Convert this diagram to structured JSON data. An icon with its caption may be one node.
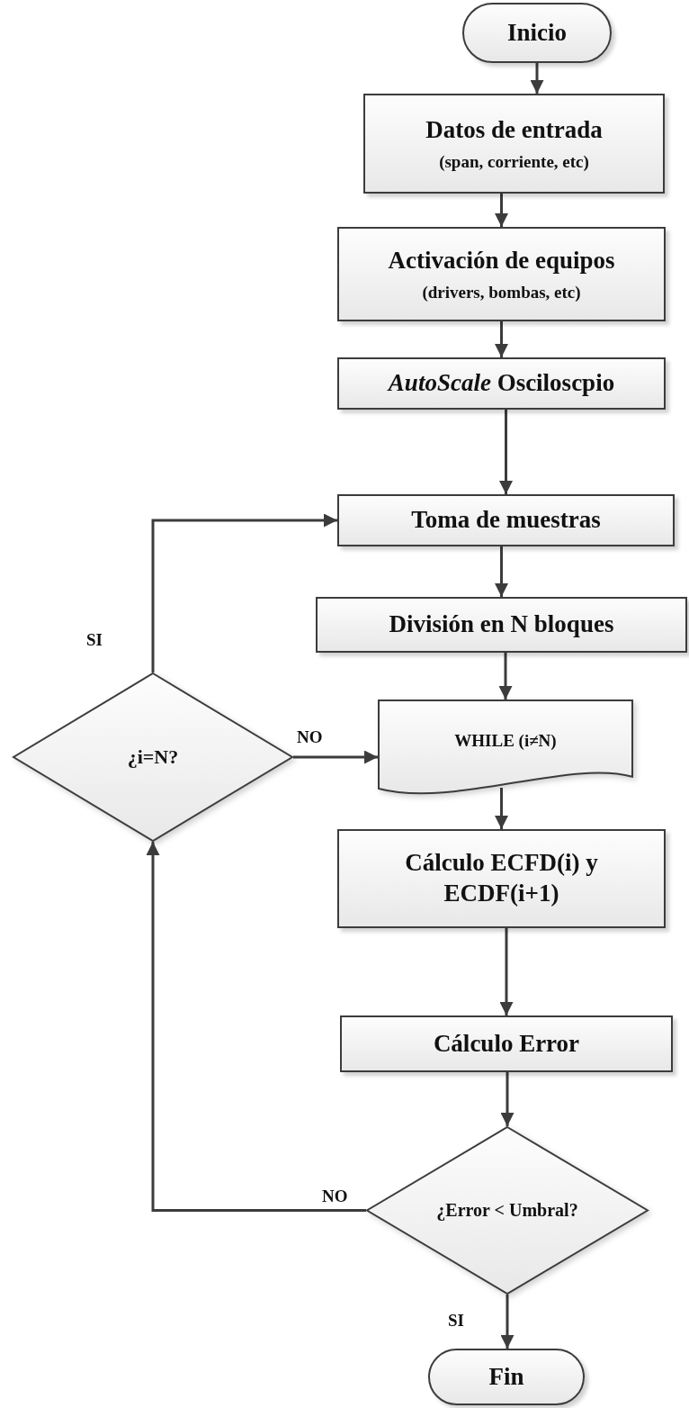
{
  "diagram": {
    "nodes": [
      {
        "text": [
          "Inicio"
        ]
      },
      {
        "text": [
          "Datos de entrada",
          "(span, corriente, etc)"
        ]
      },
      {
        "text": [
          "Activación de equipos",
          "(drivers, bombas, etc)"
        ]
      },
      {
        "text": [
          "*AutoScale* Osciloscpio"
        ]
      },
      {
        "text": [
          "Toma de muestras"
        ]
      },
      {
        "text": [
          "División en N bloques"
        ]
      },
      {
        "text": [
          "WHILE (i≠N)"
        ]
      },
      {
        "text": [
          "Cálculo ECFD(i) y ECDF(i+1)"
        ]
      },
      {
        "text": [
          "Cálculo Error"
        ]
      },
      {
        "text": [
          "¿Error < Umbral?"
        ]
      },
      {
        "text": [
          "Fin"
        ]
      },
      {
        "text": [
          "¿i=N?"
        ]
      }
    ],
    "edges": [
      {
        "from": 0,
        "to": 1,
        "arrow": "to"
      },
      {
        "from": 1,
        "to": 2,
        "arrow": "to"
      },
      {
        "from": 2,
        "to": 3,
        "arrow": "to"
      },
      {
        "from": 3,
        "to": 4,
        "arrow": "to"
      },
      {
        "from": 4,
        "to": 5,
        "arrow": "to"
      },
      {
        "from": 5,
        "to": 6,
        "arrow": "to"
      },
      {
        "from": 6,
        "to": 7,
        "arrow": "to"
      },
      {
        "from": 7,
        "to": 8,
        "arrow": "to"
      },
      {
        "from": 8,
        "to": 9,
        "arrow": "to"
      },
      {
        "from": 9,
        "to": 10,
        "label": "SI",
        "arrow": "to"
      },
      {
        "from": 9,
        "to": 11,
        "label": "NO",
        "arrow": "to"
      },
      {
        "from": 11,
        "to": 6,
        "label": "NO",
        "arrow": "to"
      },
      {
        "from": 11,
        "to": 4,
        "label": "SI",
        "arrow": "to"
      }
    ]
  }
}
